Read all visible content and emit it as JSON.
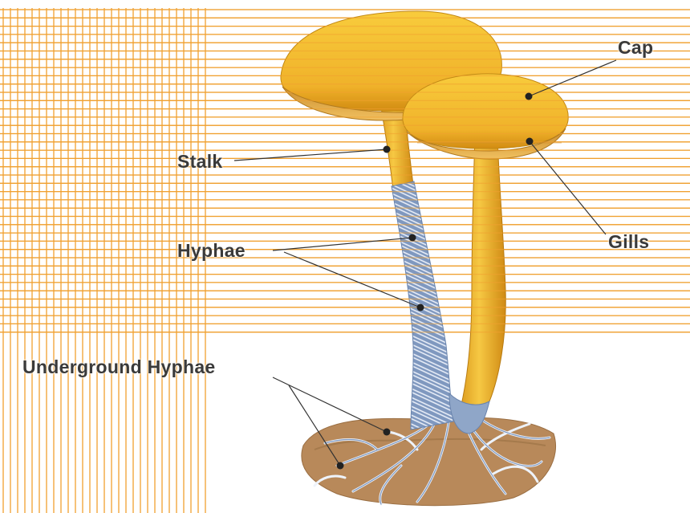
{
  "diagram": {
    "labels": {
      "cap": "Cap",
      "gills": "Gills",
      "stalk": "Stalk",
      "hyphae": "Hyphae",
      "underground_hyphae": "Underground Hyphae"
    },
    "colors": {
      "grid": "#f0a030",
      "cap_fill": "#f3bd2a",
      "cap_shade": "#d99a14",
      "gill_fill": "#e8a93a",
      "stalk_fill": "#efb62b",
      "hyphae_blue": "#8fa6c8",
      "hyphae_white": "#eef3fb",
      "soil": "#b8895a",
      "leader": "#333333",
      "label_text": "#3a3a3a"
    }
  }
}
